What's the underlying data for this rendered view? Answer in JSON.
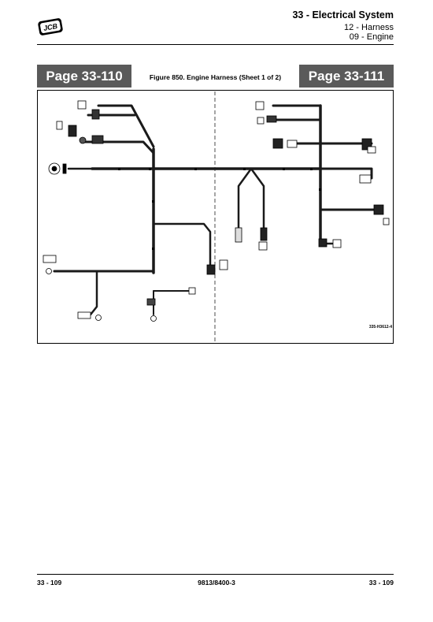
{
  "header": {
    "brand": "JCB",
    "title": "33 - Electrical System",
    "subtitle1": "12 - Harness",
    "subtitle2": "09 - Engine"
  },
  "nav": {
    "prev_page": "Page 33-110",
    "next_page": "Page 33-111"
  },
  "figure": {
    "caption": "Figure 850. Engine Harness (Sheet 1 of 2)",
    "ref": "335-H3612-4"
  },
  "footer": {
    "page_left": "33 - 109",
    "doc_number": "9813/8400-3",
    "page_right": "33 - 109"
  }
}
